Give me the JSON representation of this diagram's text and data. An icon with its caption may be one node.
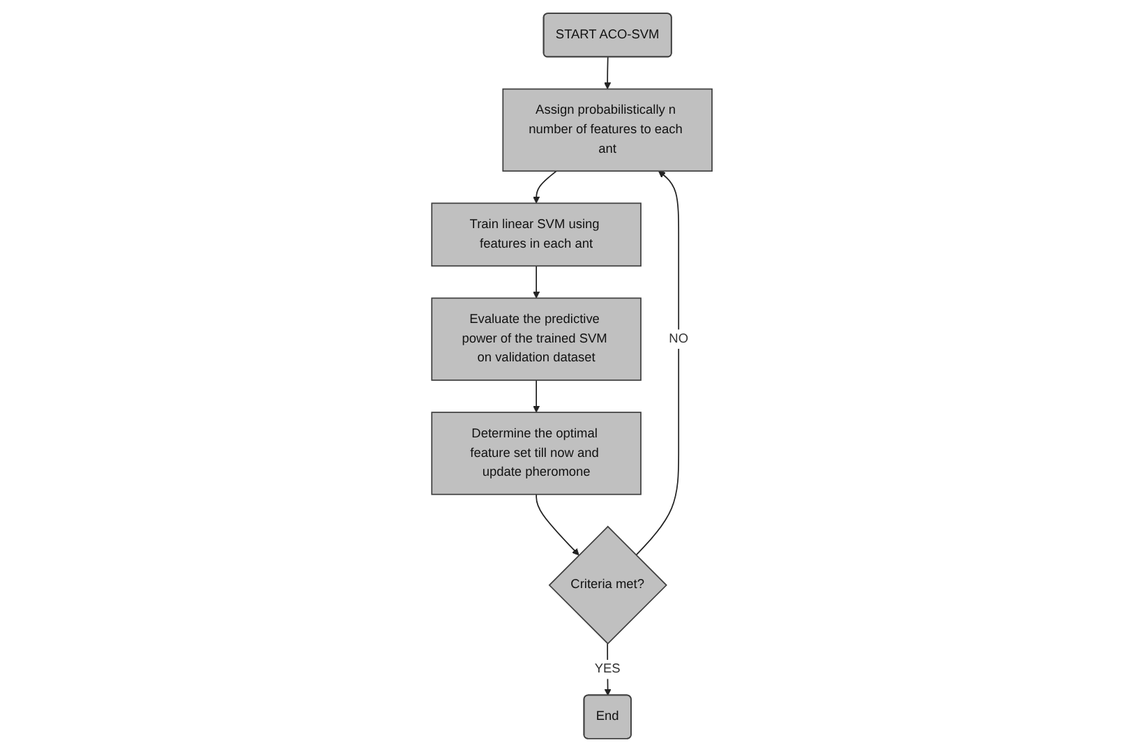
{
  "diagram": {
    "nodes": [
      {
        "text": [
          "START ACO-SVM"
        ]
      },
      {
        "text": [
          "Assign probabilistically n number of features to each ant"
        ]
      },
      {
        "text": [
          "Train linear SVM using features in each ant"
        ]
      },
      {
        "text": [
          "Evaluate the predictive power of the trained SVM on validation dataset"
        ]
      },
      {
        "text": [
          "Determine the optimal feature set till now and update pheromone"
        ]
      },
      {
        "text": [
          "Criteria met?"
        ]
      },
      {
        "text": [
          "End"
        ]
      }
    ],
    "edges": [
      {
        "from": 0,
        "to": 1,
        "arrow": "to"
      },
      {
        "from": 1,
        "to": 2,
        "arrow": "to"
      },
      {
        "from": 2,
        "to": 3,
        "arrow": "to"
      },
      {
        "from": 3,
        "to": 4,
        "arrow": "to"
      },
      {
        "from": 4,
        "to": 5,
        "arrow": "to"
      },
      {
        "from": 5,
        "to": 1,
        "arrow": "to",
        "label": "NO"
      },
      {
        "from": 5,
        "to": 6,
        "arrow": "to",
        "label": "YES"
      }
    ]
  }
}
